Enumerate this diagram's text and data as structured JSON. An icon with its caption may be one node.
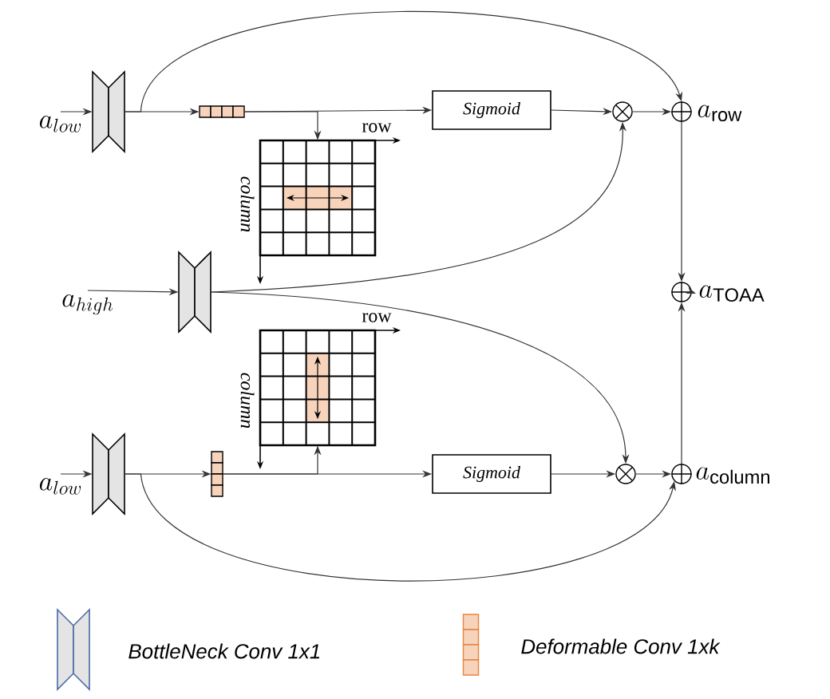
{
  "diagram": {
    "nodes": [
      {
        "text": [
          "a_{low}"
        ]
      },
      {
        "text": [],
        "shape": "hourglass"
      },
      {
        "text": [],
        "shape": "bar"
      },
      {
        "text": [],
        "shape": "grid"
      },
      {
        "text": [
          "Sigmoid"
        ]
      },
      {
        "text": [],
        "shape": "circle"
      },
      {
        "text": [],
        "shape": "circle"
      },
      {
        "text": [
          "a_{\\mathrm{row}}"
        ]
      },
      {
        "text": [
          "a_{high}"
        ]
      },
      {
        "text": [],
        "shape": "hourglass"
      },
      {
        "text": [],
        "shape": "grid"
      },
      {
        "text": [],
        "shape": "circle"
      },
      {
        "text": [
          "a_{\\mathrm{TOAA}}"
        ]
      },
      {
        "text": [
          "a_{low}"
        ]
      },
      {
        "text": [],
        "shape": "hourglass"
      },
      {
        "text": [],
        "shape": "bar"
      },
      {
        "text": [
          "Sigmoid"
        ]
      },
      {
        "text": [],
        "shape": "circle"
      },
      {
        "text": [],
        "shape": "circle"
      },
      {
        "text": [
          "a_{\\mathrm{column}}"
        ]
      }
    ],
    "edges": [
      {
        "from": 0,
        "to": 1,
        "arrow": "to"
      },
      {
        "from": 1,
        "to": 2,
        "arrow": "to"
      },
      {
        "from": 1,
        "to": 6,
        "arrow": "to"
      },
      {
        "from": 2,
        "to": 4,
        "arrow": "to"
      },
      {
        "from": 2,
        "to": 3,
        "arrow": "to"
      },
      {
        "from": 4,
        "to": 5,
        "arrow": "to"
      },
      {
        "from": 5,
        "to": 6,
        "arrow": "to"
      },
      {
        "from": 6,
        "to": 11,
        "arrow": "to"
      },
      {
        "from": 11,
        "to": 12,
        "arrow": "to"
      },
      {
        "from": 18,
        "to": 11,
        "arrow": "to"
      },
      {
        "from": 8,
        "to": 9,
        "arrow": "to"
      },
      {
        "from": 9,
        "to": 5,
        "arrow": "to"
      },
      {
        "from": 9,
        "to": 17,
        "arrow": "to"
      },
      {
        "from": 13,
        "to": 14,
        "arrow": "to"
      },
      {
        "from": 14,
        "to": 15,
        "arrow": "to"
      },
      {
        "from": 14,
        "to": 18,
        "arrow": "to"
      },
      {
        "from": 15,
        "to": 16,
        "arrow": "to"
      },
      {
        "from": 15,
        "to": 10,
        "arrow": "to"
      },
      {
        "from": 16,
        "to": 17,
        "arrow": "to"
      },
      {
        "from": 17,
        "to": 18,
        "arrow": "to"
      }
    ],
    "labels": [
      "row",
      "column",
      "row",
      "column"
    ],
    "legend": [
      {
        "text": "BottleNeck Conv 1x1"
      },
      {
        "text": "Deformable Conv 1xk"
      }
    ]
  }
}
